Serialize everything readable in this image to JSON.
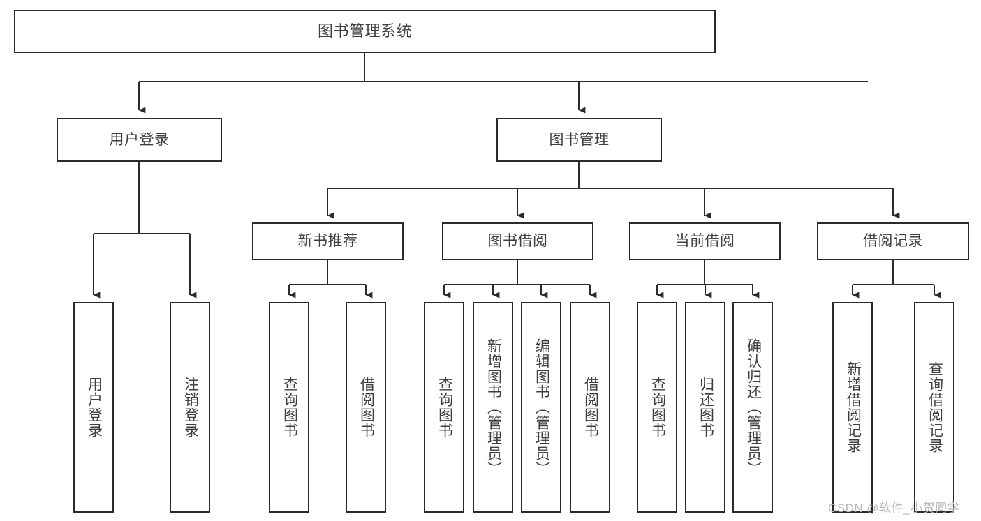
{
  "diagram": {
    "type": "tree-hierarchy-flowchart",
    "title": "图书管理系统",
    "theme": {
      "background": "#ffffff",
      "box_border": "#2b2b2b",
      "box_fill": "#ffffff",
      "connector": "#2b2b2b",
      "text": "#3f3f3f",
      "watermark_text": "#b8b8b8"
    },
    "levels": [
      {
        "level": 1,
        "nodes": [
          {
            "id": "root",
            "label": "图书管理系统",
            "orientation": "horizontal"
          }
        ]
      },
      {
        "level": 2,
        "nodes": [
          {
            "id": "user-login",
            "label": "用户登录",
            "orientation": "horizontal",
            "parent": "root"
          },
          {
            "id": "book-manage",
            "label": "图书管理",
            "orientation": "horizontal",
            "parent": "root"
          }
        ]
      },
      {
        "level": 3,
        "nodes": [
          {
            "id": "new-book-rec",
            "label": "新书推荐",
            "orientation": "horizontal",
            "parent": "book-manage"
          },
          {
            "id": "book-borrow",
            "label": "图书借阅",
            "orientation": "horizontal",
            "parent": "book-manage"
          },
          {
            "id": "current-borrow",
            "label": "当前借阅",
            "orientation": "horizontal",
            "parent": "book-manage"
          },
          {
            "id": "borrow-record",
            "label": "借阅记录",
            "orientation": "horizontal",
            "parent": "book-manage"
          }
        ]
      },
      {
        "level": 4,
        "nodes": [
          {
            "id": "leaf-user-login",
            "label": "用户登录",
            "orientation": "vertical",
            "parent": "user-login"
          },
          {
            "id": "leaf-user-logout",
            "label": "注销登录",
            "orientation": "vertical",
            "parent": "user-login"
          },
          {
            "id": "leaf-rec-query",
            "label": "查询图书",
            "orientation": "vertical",
            "parent": "new-book-rec"
          },
          {
            "id": "leaf-rec-borrow",
            "label": "借阅图书",
            "orientation": "vertical",
            "parent": "new-book-rec"
          },
          {
            "id": "leaf-borrow-query",
            "label": "查询图书",
            "orientation": "vertical",
            "parent": "book-borrow"
          },
          {
            "id": "leaf-borrow-add",
            "label": "新增图书（管理员）",
            "orientation": "vertical",
            "parent": "book-borrow"
          },
          {
            "id": "leaf-borrow-edit",
            "label": "编辑图书（管理员）",
            "orientation": "vertical",
            "parent": "book-borrow"
          },
          {
            "id": "leaf-borrow-lend",
            "label": "借阅图书",
            "orientation": "vertical",
            "parent": "book-borrow"
          },
          {
            "id": "leaf-cur-query",
            "label": "查询图书",
            "orientation": "vertical",
            "parent": "current-borrow"
          },
          {
            "id": "leaf-cur-return",
            "label": "归还图书",
            "orientation": "vertical",
            "parent": "current-borrow"
          },
          {
            "id": "leaf-cur-confirm",
            "label": "确认归还（管理员）",
            "orientation": "vertical",
            "parent": "current-borrow"
          },
          {
            "id": "leaf-rec-add",
            "label": "新增借阅记录",
            "orientation": "vertical",
            "parent": "borrow-record"
          },
          {
            "id": "leaf-rec-search",
            "label": "查询借阅记录",
            "orientation": "vertical",
            "parent": "borrow-record"
          }
        ]
      }
    ]
  },
  "watermark": {
    "text": "CSDN @软件_小贺同学"
  }
}
